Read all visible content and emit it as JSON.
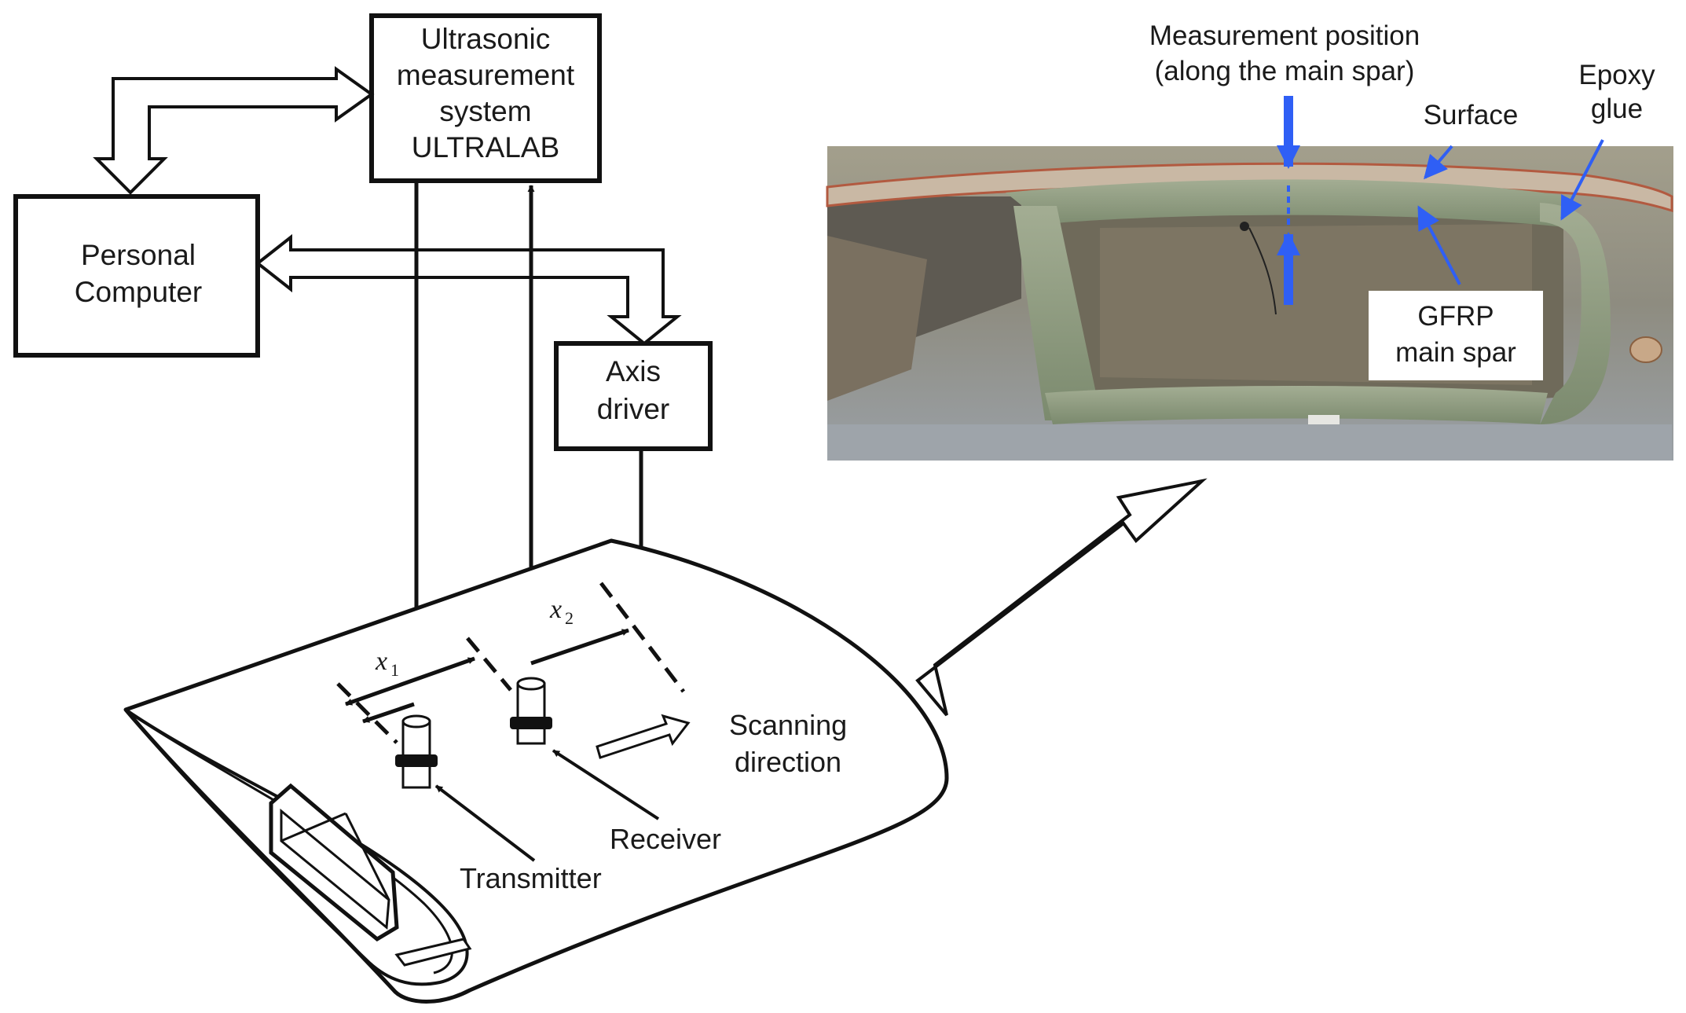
{
  "boxes": {
    "ultrasonic": [
      "Ultrasonic",
      "measurement",
      "system",
      "ULTRALAB"
    ],
    "computer": [
      "Personal",
      "Computer"
    ],
    "axis": [
      "Axis",
      "driver"
    ]
  },
  "labels": {
    "x1_var": "x",
    "x1_sub": "1",
    "x2_var": "x",
    "x2_sub": "2",
    "scanning": [
      "Scanning",
      "direction"
    ],
    "transmitter": "Transmitter",
    "receiver": "Receiver"
  },
  "photo": {
    "measurement_position": [
      "Measurement position",
      "(along the main spar)"
    ],
    "surface": "Surface",
    "epoxy": [
      "Epoxy",
      "glue"
    ],
    "gfrp": [
      "GFRP",
      "main spar"
    ]
  },
  "colors": {
    "line": "#111111",
    "annotation_blue": "#2f5ff5",
    "photo_bg": "#9c9a8c",
    "spar_green": "#8c9a7c"
  }
}
